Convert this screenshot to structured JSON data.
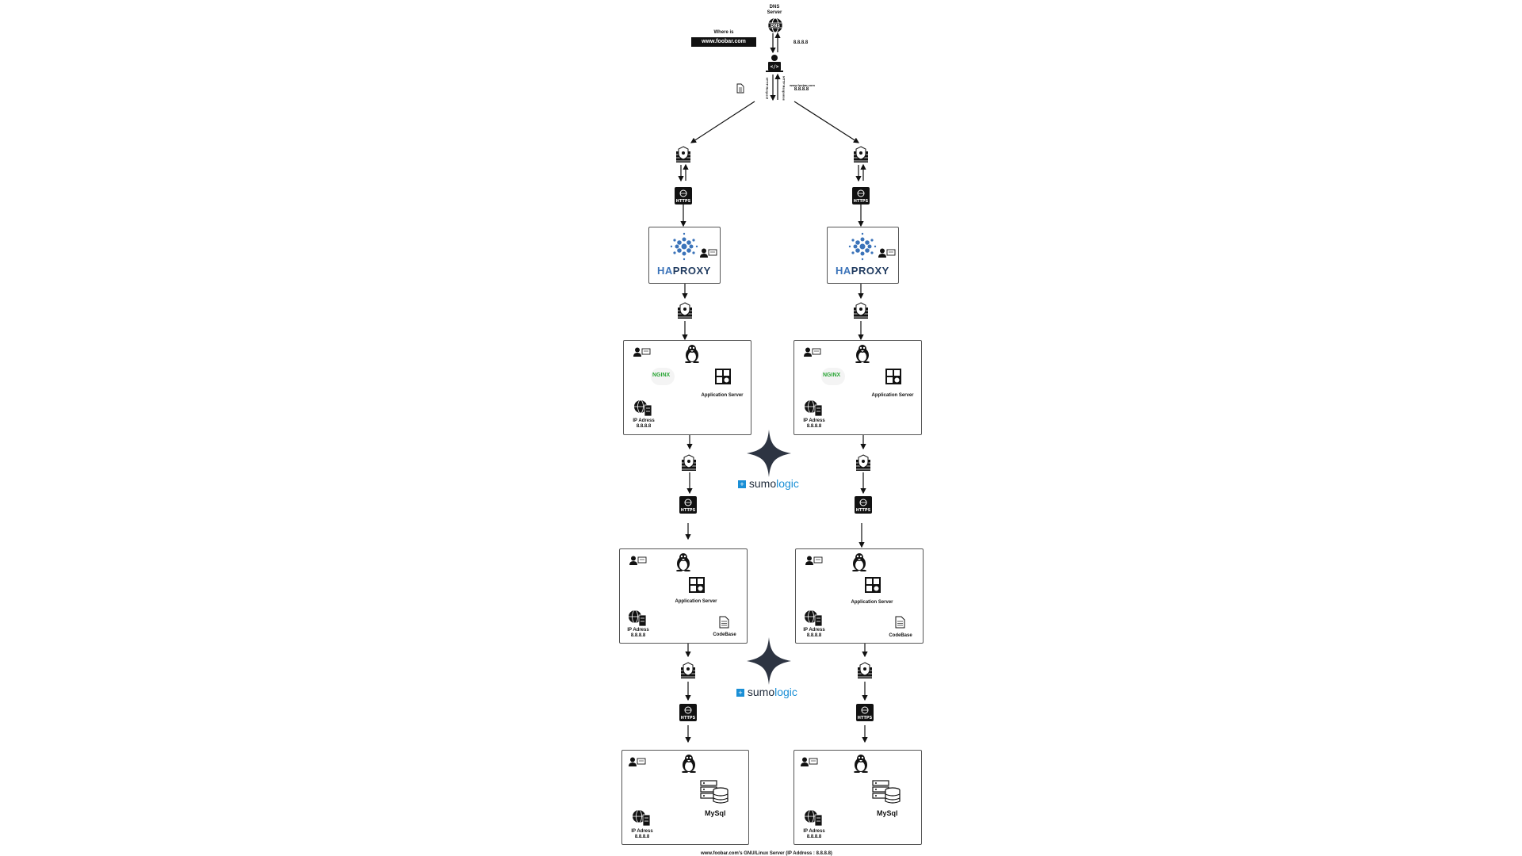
{
  "dns": {
    "server_label": "DNS Server",
    "question": "Where is",
    "domain_tag": "www.foobar.com",
    "ip_reply": "8.8.8.8",
    "icon": "dns-server-icon"
  },
  "client": {
    "icon": "developer-laptop-icon",
    "request_label": "HTTP Request",
    "response_label": "HTTP Response",
    "domain_reply": "www.foobar.com",
    "ip_reply": "8.8.8.8",
    "doc_icon": "document-icon"
  },
  "branches": [
    {
      "id": "left",
      "haproxy": {
        "brand_ha": "HA",
        "brand_rest": "PROXY"
      },
      "web": {
        "nginx": "NGINX",
        "app_server": "Application Server",
        "ip_label": "IP Adress",
        "ip": "8.8.8.8"
      },
      "app": {
        "app_server": "Application Server",
        "codebase": "CodeBase",
        "ip_label": "IP Adress",
        "ip": "8.8.8.8"
      },
      "db": {
        "mysql": "MySql",
        "ip_label": "IP Adress",
        "ip": "8.8.8.8"
      }
    },
    {
      "id": "right",
      "haproxy": {
        "brand_ha": "HA",
        "brand_rest": "PROXY"
      },
      "web": {
        "nginx": "NGINX",
        "app_server": "Application Server",
        "ip_label": "IP Adress",
        "ip": "8.8.8.8"
      },
      "app": {
        "app_server": "Application Server",
        "codebase": "CodeBase",
        "ip_label": "IP Adress",
        "ip": "8.8.8.8"
      },
      "db": {
        "mysql": "MySql",
        "ip_label": "IP Adress",
        "ip": "8.8.8.8"
      }
    }
  ],
  "monitoring": [
    {
      "brand_sumo": "sumo",
      "brand_logic": "logic",
      "icon": "sumologic-star-icon"
    },
    {
      "brand_sumo": "sumo",
      "brand_logic": "logic",
      "icon": "sumologic-star-icon"
    }
  ],
  "footer": "www.foobar.com's  GNU/Linux Server (IP Address : 8.8.8.8)",
  "colors": {
    "box_border": "#555555",
    "dark": "#111111",
    "haproxy_blue": "#3b73b9",
    "nginx_green": "#2aa636",
    "sumo_dark": "#2d3442",
    "sumo_blue": "#1a8fd6"
  }
}
